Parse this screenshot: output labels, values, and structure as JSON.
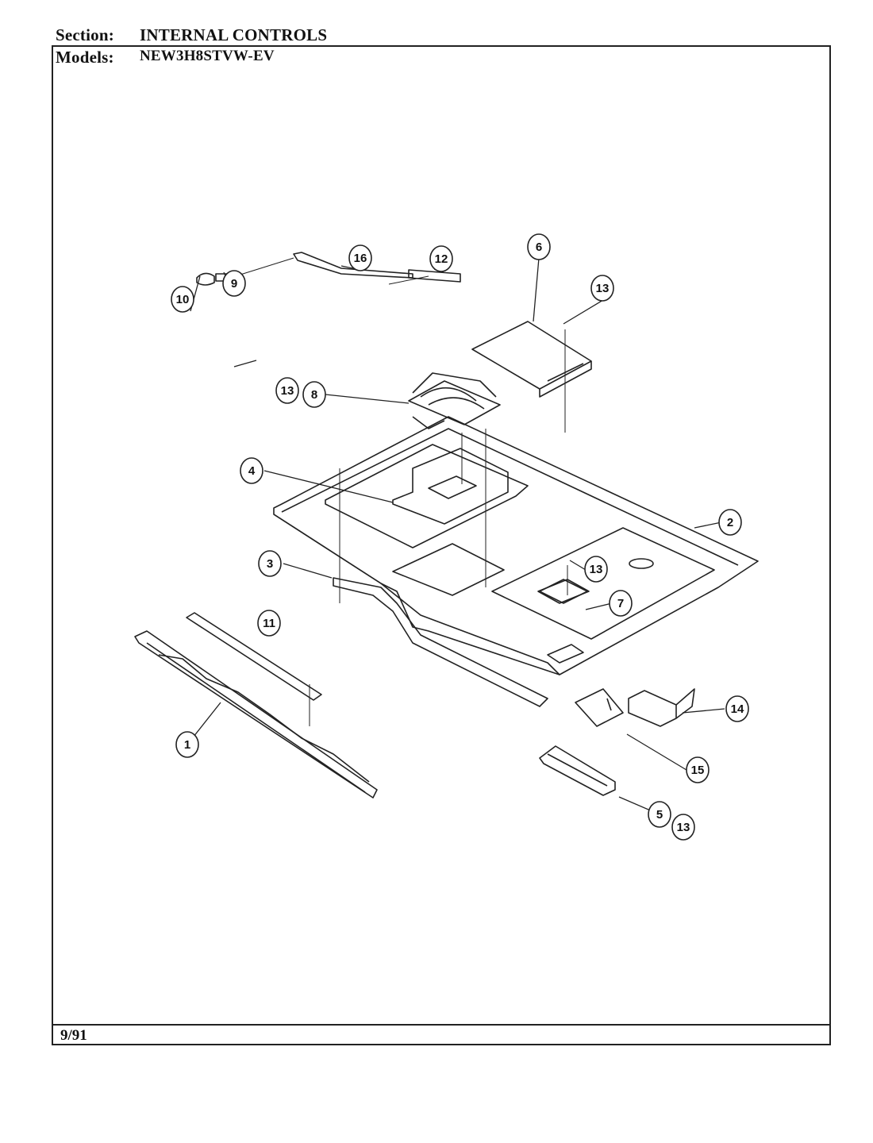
{
  "header": {
    "section_label": "Section:",
    "section_value": "INTERNAL CONTROLS",
    "models_label": "Models:",
    "models_value": "NEW3H8STVW-EV"
  },
  "footer": {
    "date": "9/91"
  },
  "callouts": [
    "1",
    "2",
    "3",
    "4",
    "5",
    "6",
    "7",
    "8",
    "9",
    "10",
    "11",
    "12",
    "13",
    "13",
    "13",
    "13",
    "13",
    "14",
    "15",
    "16"
  ]
}
